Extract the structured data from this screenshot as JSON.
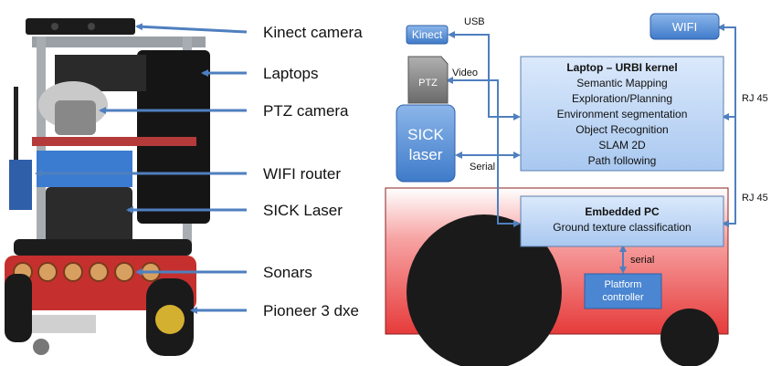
{
  "photo_labels": [
    "Kinect camera",
    "Laptops",
    "PTZ camera",
    "WIFI router",
    "SICK Laser",
    "Sonars",
    "Pioneer 3 dxe"
  ],
  "diagram": {
    "kinect": "Kinect",
    "ptz": "PTZ",
    "sick": [
      "SICK",
      "laser"
    ],
    "wifi": "WIFI",
    "laptop_title": "Laptop – URBI kernel",
    "laptop_items": [
      "Semantic Mapping",
      "Exploration/Planning",
      "Environment segmentation",
      "Object Recognition",
      "SLAM 2D",
      "Path following"
    ],
    "embedded_title": "Embedded PC",
    "embedded_item": "Ground texture classification",
    "platform": [
      "Platform",
      "controller"
    ],
    "links": {
      "usb": "USB",
      "video": "Video",
      "serial": "Serial",
      "serial_lower": "serial",
      "rj45_top": "RJ 45",
      "rj45_bottom": "RJ 45"
    }
  },
  "colors": {
    "arrow": "#4f7fbf",
    "box_blue": "#5a90d6",
    "box_light": "#c5dcf7",
    "platform_red": "#e84646"
  }
}
